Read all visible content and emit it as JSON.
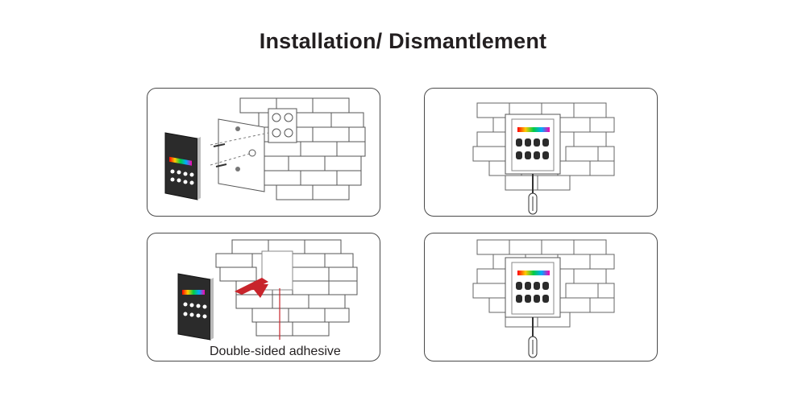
{
  "title": "Installation/ Dismantlement",
  "panels": [
    {
      "id": "installation-screw-mount"
    },
    {
      "id": "dismantlement-screwdriver-1"
    },
    {
      "id": "installation-adhesive",
      "label": "Double-sided adhesive"
    },
    {
      "id": "dismantlement-screwdriver-2"
    }
  ],
  "colors": {
    "outline": "#4a4a4a",
    "text": "#231f20",
    "arrow": "#c8242b",
    "panel_dark": "#2b2b2b",
    "rgb_stops": [
      "#ff0000",
      "#ffcc00",
      "#00cc44",
      "#00aaff",
      "#8800ff",
      "#ff00aa"
    ]
  }
}
